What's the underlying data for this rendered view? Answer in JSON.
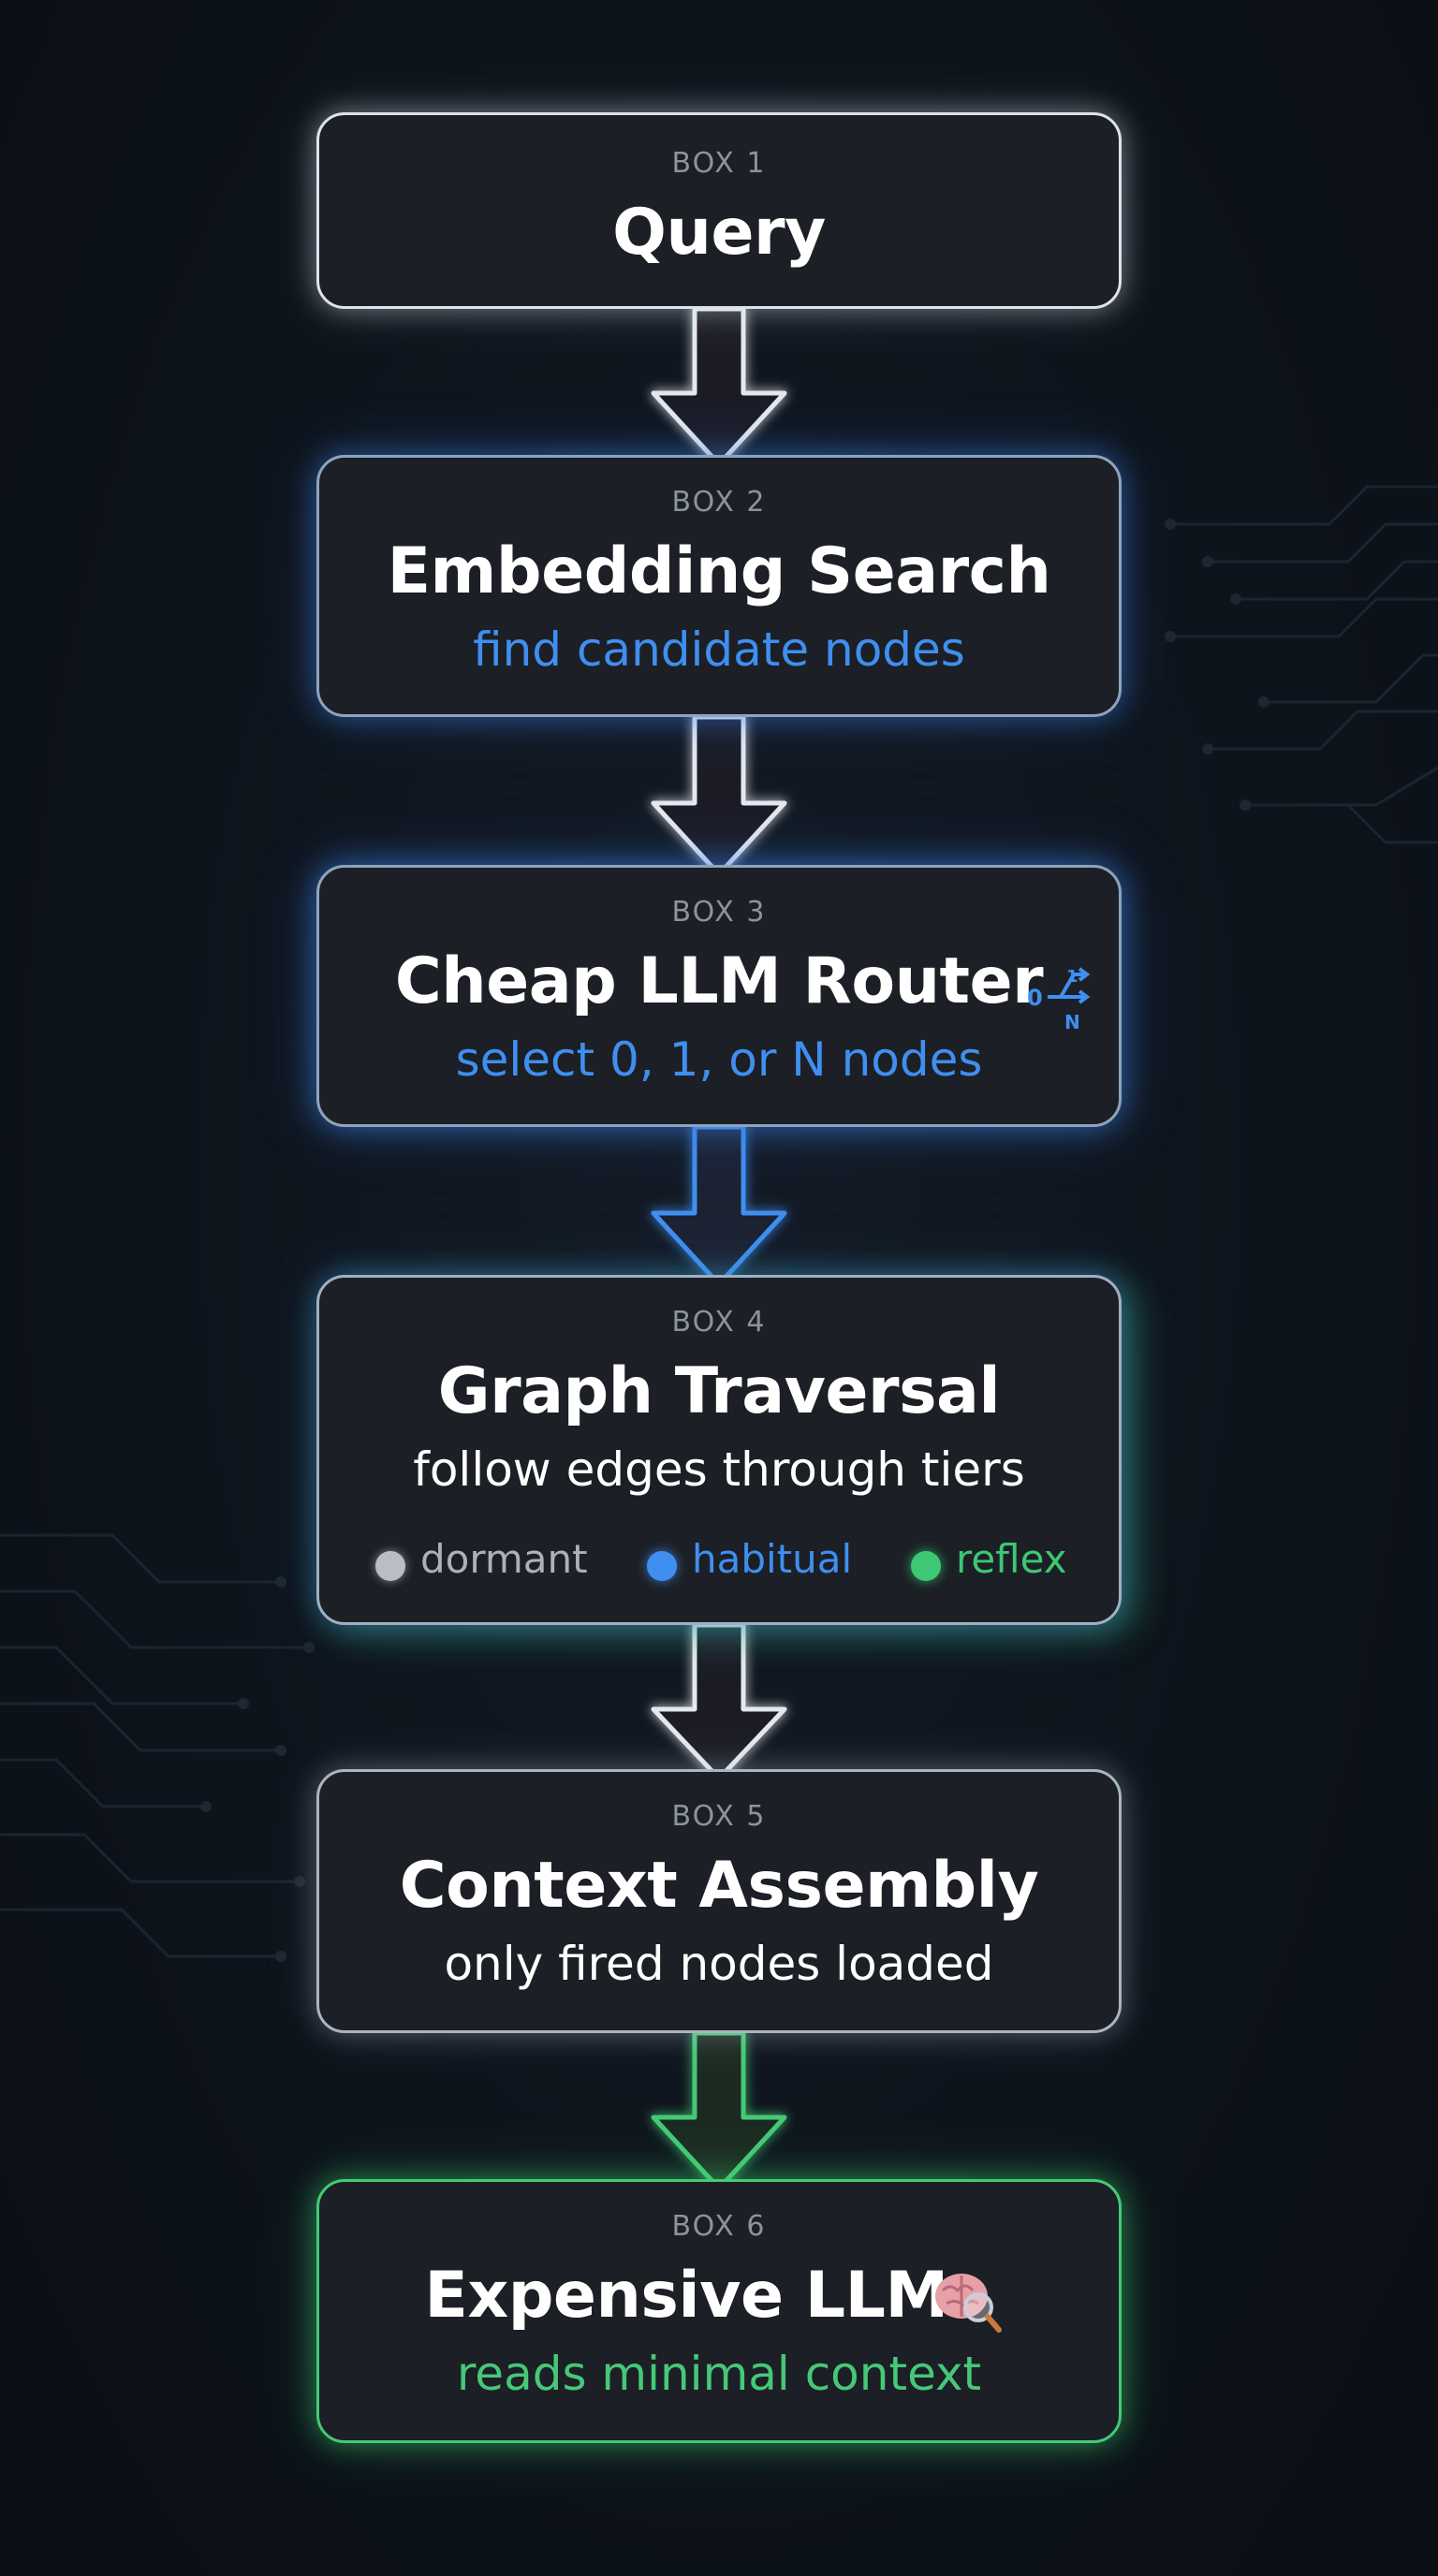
{
  "boxes": [
    {
      "label": "BOX 1",
      "title": "Query",
      "subtitle": ""
    },
    {
      "label": "BOX 2",
      "title": "Embedding Search",
      "subtitle": "find candidate nodes"
    },
    {
      "label": "BOX 3",
      "title": "Cheap LLM Router",
      "subtitle": "select 0, 1, or N nodes"
    },
    {
      "label": "BOX 4",
      "title": "Graph Traversal",
      "subtitle": "follow edges through tiers"
    },
    {
      "label": "BOX 5",
      "title": "Context Assembly",
      "subtitle": "only fired nodes loaded"
    },
    {
      "label": "BOX 6",
      "title": "Expensive LLM",
      "subtitle": "reads minimal context"
    }
  ],
  "legend": [
    {
      "label": "dormant",
      "color": "#b9bec6"
    },
    {
      "label": "habitual",
      "color": "#3f8ff0"
    },
    {
      "label": "reflex",
      "color": "#3cc874"
    }
  ],
  "router_icon": {
    "name": "router-branch-icon",
    "labels": [
      "0",
      "1",
      "N"
    ]
  },
  "brain_icon": {
    "name": "brain-magnifier-icon"
  },
  "colors": {
    "background": "#0e141c",
    "box_fill": "#1c1f25",
    "blue_accent": "#3f8ff0",
    "green_accent": "#3cc874",
    "label_gray": "#8b939e"
  }
}
